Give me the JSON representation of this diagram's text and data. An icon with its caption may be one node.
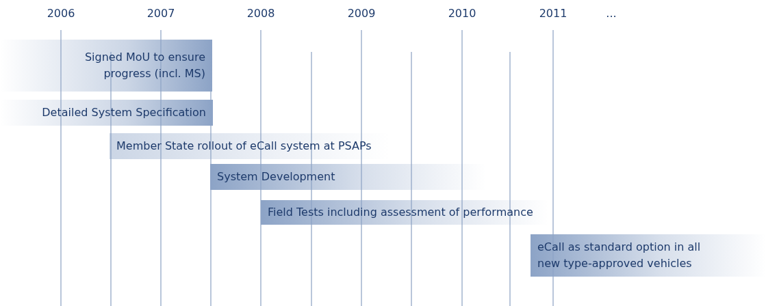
{
  "diagram": {
    "nodes": [
      {
        "text": [
          "Signed MoU to ensure progress (incl. MS)"
        ]
      },
      {
        "text": [
          "Detailed System Specification"
        ]
      },
      {
        "text": [
          "Member State rollout of eCall system at PSAPs"
        ]
      },
      {
        "text": [
          "System Development"
        ]
      },
      {
        "text": [
          "Field Tests including assessment of performance"
        ]
      },
      {
        "text": [
          "eCall as standard option in all new type-approved vehicles"
        ]
      }
    ],
    "labels": [
      "2006",
      "2007",
      "2008",
      "2009",
      "2010",
      "2011",
      "..."
    ]
  }
}
